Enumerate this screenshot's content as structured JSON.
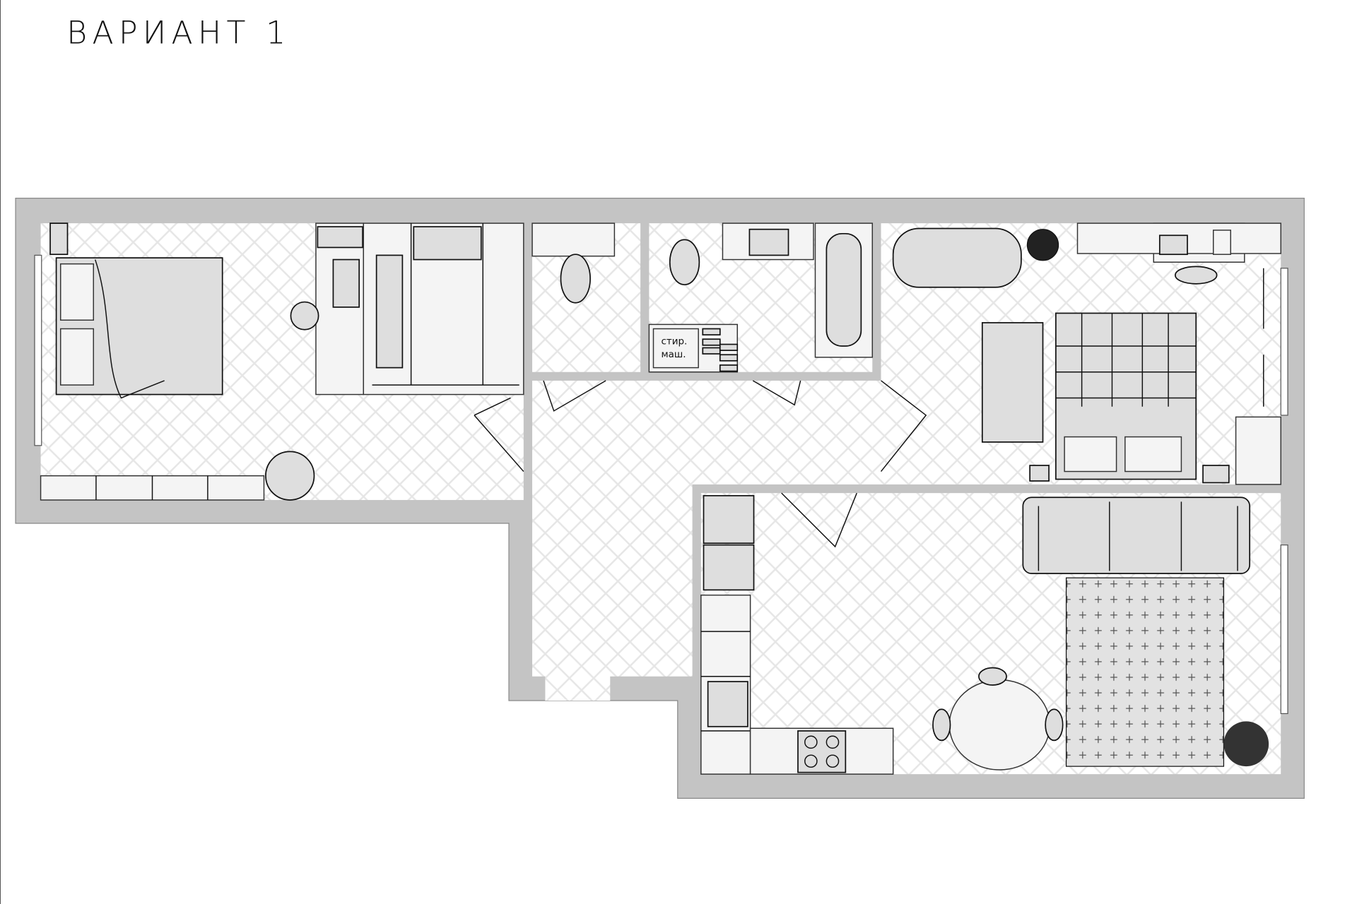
{
  "title": "ВАРИАНТ 1",
  "labels": {
    "washer_line1": "стир.",
    "washer_line2": "маш."
  },
  "colors": {
    "wall": "#c4c4c4",
    "furniture": "#dedede",
    "floor_pattern": "#e6e6e6"
  }
}
